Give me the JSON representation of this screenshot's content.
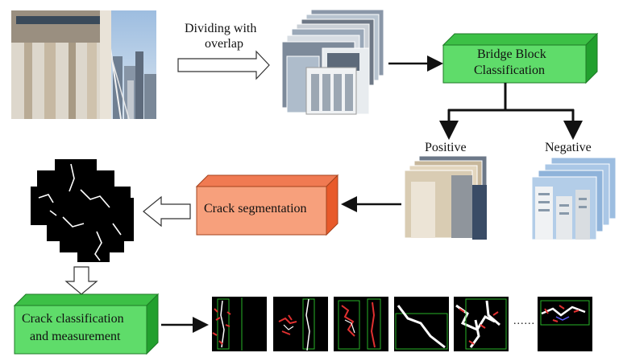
{
  "labels": {
    "dividing": [
      "Dividing with",
      "overlap"
    ],
    "positive": "Positive",
    "negative": "Negative",
    "ellipsis": "......"
  },
  "boxes": {
    "classification": [
      "Bridge Block",
      "Classification"
    ],
    "segmentation": "Crack segmentation",
    "measurement": [
      "Crack classification",
      "and measurement"
    ]
  },
  "colors": {
    "green_front": "#5fdc6a",
    "green_top": "#3cc046",
    "green_side": "#22a02e",
    "orange_front": "#f7a07c",
    "orange_top": "#f07a52",
    "orange_side": "#e85a2a",
    "arrow": "#111111",
    "crack_red": "#e03030",
    "crack_white": "#ffffff",
    "bbox_green": "#28b428",
    "sky": "#a9c6e4"
  },
  "icons": {
    "block_arrow": "hollow-right-arrow",
    "down_arrow": "hollow-down-arrow",
    "left_arrow": "hollow-left-arrow"
  }
}
